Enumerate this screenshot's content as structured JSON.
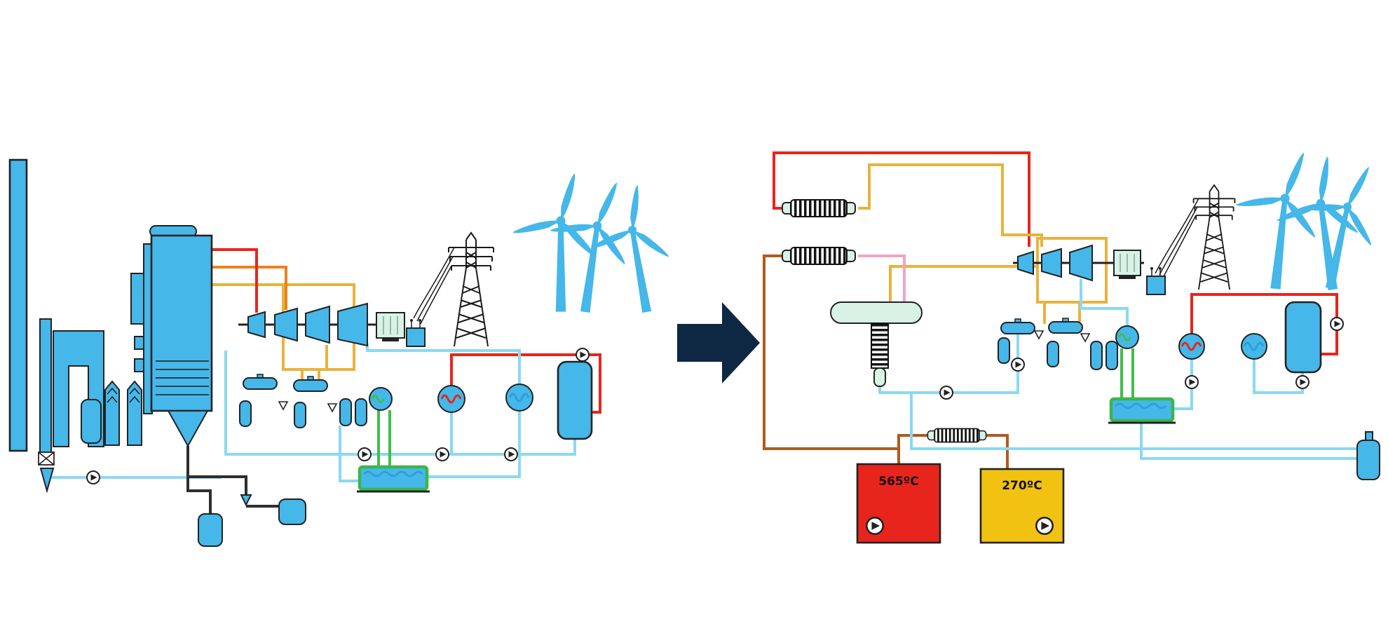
{
  "colors": {
    "blue": "#45B7E9",
    "lightPipe": "#8AD8F4",
    "red": "#E8251C",
    "orange": "#F08019",
    "gold": "#E8B33C",
    "green": "#3FBF4A",
    "pink": "#F2A3C6",
    "brown": "#B05A1E",
    "blackPipe": "#2E2E2E",
    "paleGreen": "#D9F2E6",
    "navy": "#0E2743",
    "hotRed": "#E8251C",
    "coldYellow": "#F2C212",
    "basinGreen": "#3CB54A",
    "waterBlue": "#2B9FD8",
    "outline": "#222222"
  },
  "left_plant": {
    "components": [
      "smokestack",
      "flue-gas-duct",
      "ash-box",
      "ash-cone",
      "air-heaters",
      "economizer",
      "boiler",
      "burners",
      "steam-drum",
      "ash-hopper-tanks",
      "steam-turbine-train",
      "generator",
      "transformer",
      "transmission-tower",
      "wind-turbines",
      "feedwater-heaters",
      "green-recirculation-pump",
      "condenser-hot",
      "condenser-cold",
      "deaerator-tank",
      "cooling-basin",
      "pumps",
      "valves"
    ]
  },
  "transition_arrow": {
    "direction": "right"
  },
  "right_plant": {
    "components": [
      "superheater-hx",
      "reheater-hx",
      "salt-cooler-hx",
      "separator-vessel",
      "finned-column",
      "steam-turbine-train",
      "generator",
      "transformer",
      "transmission-tower",
      "wind-turbines",
      "feedwater-heaters",
      "green-recirculation-pump",
      "condenser-hot",
      "condenser-cold",
      "deaerator-tank",
      "cooling-basin",
      "makeup-water-tank",
      "pumps"
    ],
    "hot_tank": {
      "label": "565ºC"
    },
    "cold_tank": {
      "label": "270ºC"
    }
  }
}
